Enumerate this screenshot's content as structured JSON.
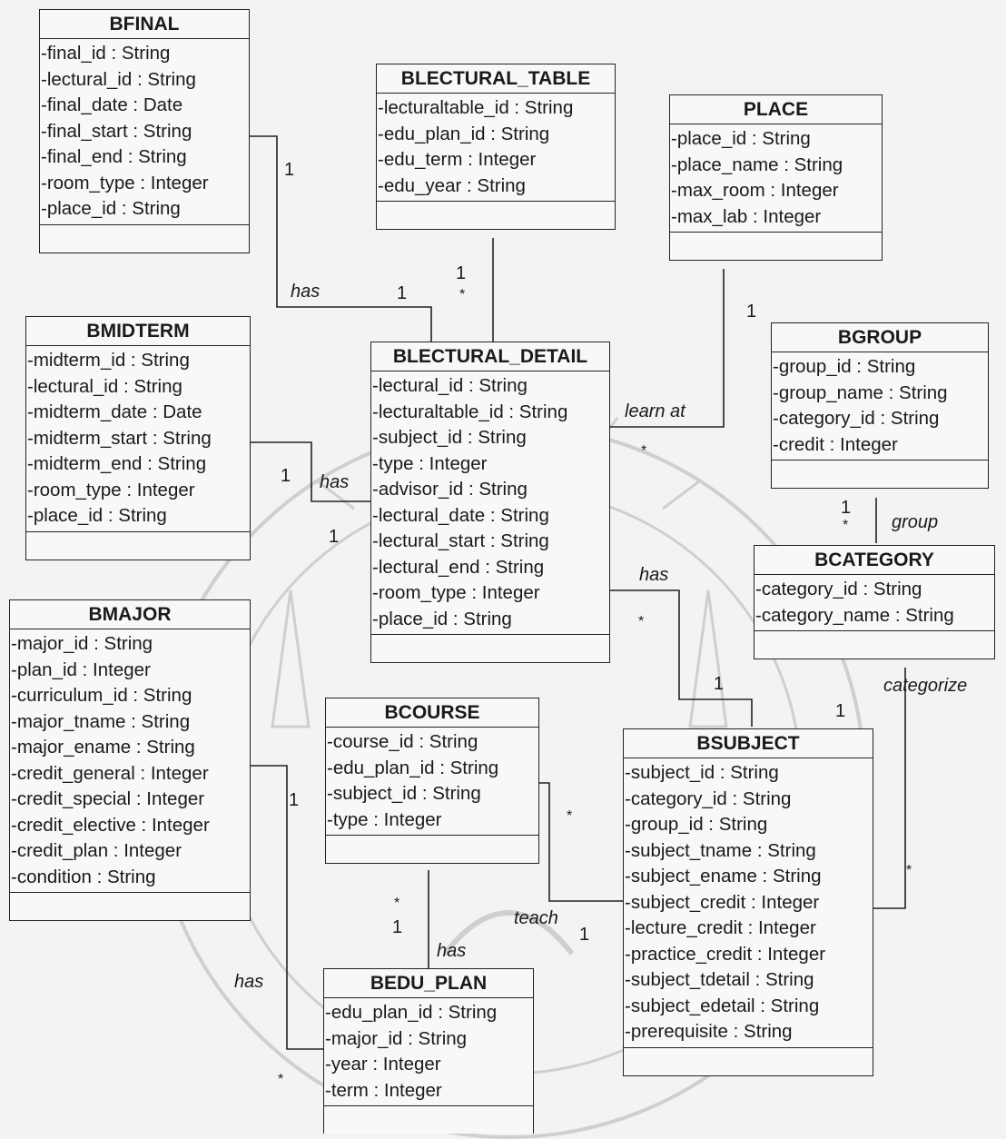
{
  "classes": {
    "bfinal": {
      "name": "BFINAL",
      "attrs": [
        "-final_id : String",
        "-lectural_id : String",
        "-final_date : Date",
        "-final_start : String",
        "-final_end : String",
        "-room_type : Integer",
        "-place_id : String"
      ]
    },
    "blectural_table": {
      "name": "BLECTURAL_TABLE",
      "attrs": [
        "-lecturaltable_id : String",
        "-edu_plan_id : String",
        "-edu_term : Integer",
        "-edu_year : String"
      ]
    },
    "place": {
      "name": "PLACE",
      "attrs": [
        "-place_id : String",
        "-place_name : String",
        "-max_room : Integer",
        "-max_lab : Integer"
      ]
    },
    "bmidterm": {
      "name": "BMIDTERM",
      "attrs": [
        "-midterm_id : String",
        "-lectural_id : String",
        "-midterm_date : Date",
        "-midterm_start : String",
        "-midterm_end : String",
        "-room_type : Integer",
        "-place_id : String"
      ]
    },
    "blectural_detail": {
      "name": "BLECTURAL_DETAIL",
      "attrs": [
        "-lectural_id : String",
        "-lecturaltable_id : String",
        "-subject_id : String",
        "-type : Integer",
        "-advisor_id : String",
        "-lectural_date : String",
        "-lectural_start : String",
        "-lectural_end : String",
        "-room_type : Integer",
        "-place_id : String"
      ]
    },
    "bgroup": {
      "name": "BGROUP",
      "attrs": [
        "-group_id : String",
        "-group_name : String",
        "-category_id : String",
        "-credit : Integer"
      ]
    },
    "bcategory": {
      "name": "BCATEGORY",
      "attrs": [
        "-category_id : String",
        "-category_name : String"
      ]
    },
    "bmajor": {
      "name": "BMAJOR",
      "attrs": [
        "-major_id : String",
        "-plan_id : Integer",
        "-curriculum_id : String",
        "-major_tname : String",
        "-major_ename : String",
        "-credit_general : Integer",
        "-credit_special : Integer",
        "-credit_elective : Integer",
        "-credit_plan : Integer",
        "-condition : String"
      ]
    },
    "bcourse": {
      "name": "BCOURSE",
      "attrs": [
        "-course_id : String",
        "-edu_plan_id : String",
        "-subject_id : String",
        "-type : Integer"
      ]
    },
    "bsubject": {
      "name": "BSUBJECT",
      "attrs": [
        "-subject_id : String",
        "-category_id : String",
        "-group_id : String",
        "-subject_tname : String",
        "-subject_ename : String",
        "-subject_credit : Integer",
        "-lecture_credit : Integer",
        "-practice_credit : Integer",
        "-subject_tdetail : String",
        "-subject_edetail : String",
        "-prerequisite : String"
      ]
    },
    "bedu_plan": {
      "name": "BEDU_PLAN",
      "attrs": [
        "-edu_plan_id : String",
        "-major_id : String",
        "-year : Integer",
        "-term : Integer"
      ]
    }
  },
  "labels": {
    "has_final": "has",
    "m_final_1": "1",
    "m_final_2": "1",
    "m_table_1": "1",
    "m_table_star": "*",
    "has_midterm": "has",
    "m_mid_1": "1",
    "m_mid_2": "1",
    "learn_at": "learn at",
    "m_place_1": "1",
    "m_place_star": "*",
    "group": "group",
    "m_group_1": "1",
    "m_group_star": "*",
    "has_subject": "has",
    "m_detail_star": "*",
    "m_subject_1": "1",
    "categorize": "categorize",
    "m_cat_1": "1",
    "m_cat_star": "*",
    "teach": "teach",
    "m_course_star2": "*",
    "m_teach_1": "1",
    "has_plan": "has",
    "m_course_star": "*",
    "m_plan_1": "1",
    "has_major": "has",
    "m_major_1": "1",
    "m_major_star": "*"
  },
  "colors": {
    "line": "#222222",
    "background": "#f3f3f1",
    "watermark": "#c9c9c7"
  }
}
